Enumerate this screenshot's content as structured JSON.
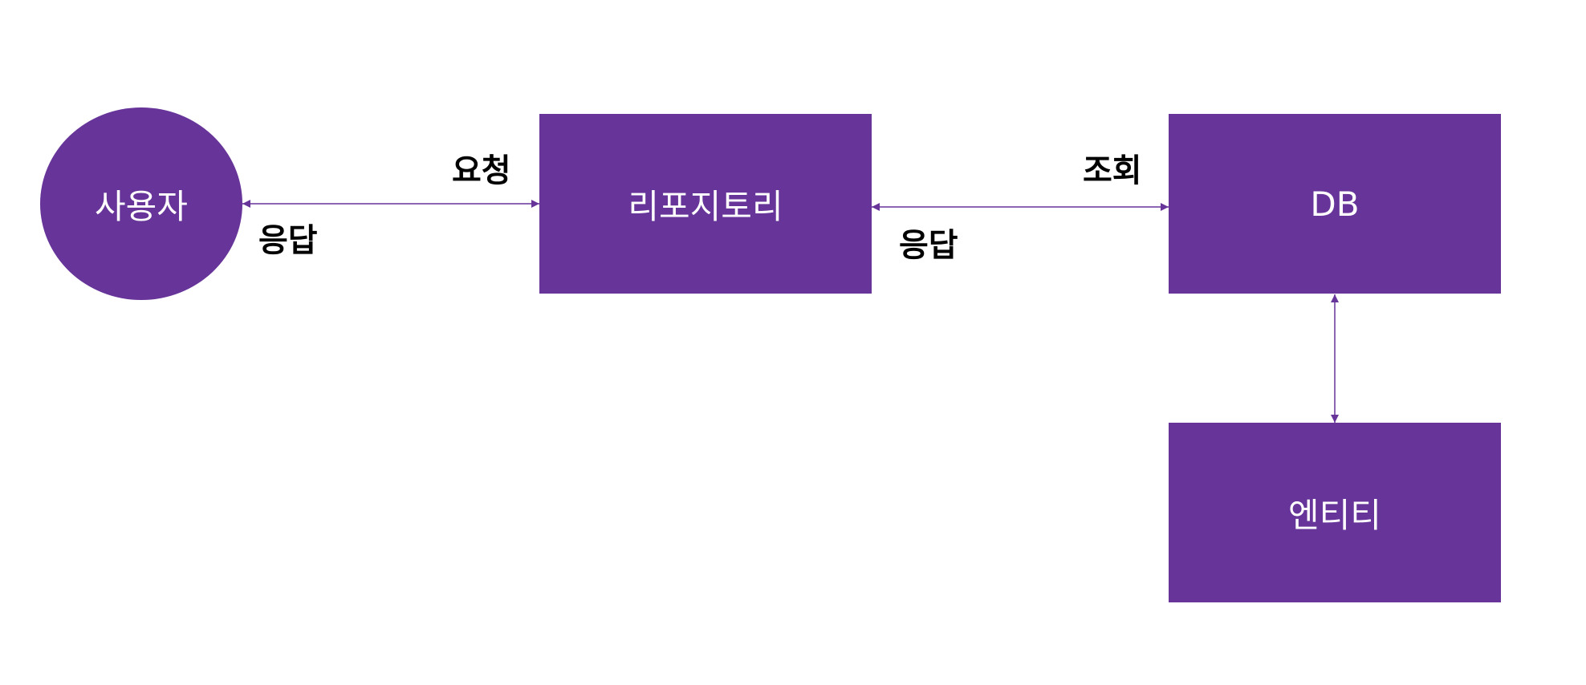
{
  "colors": {
    "node_fill": "#673499",
    "node_text": "#ffffff",
    "edge_stroke": "#673499",
    "label_text": "#000000",
    "background": "#ffffff"
  },
  "nodes": {
    "user": {
      "label": "사용자",
      "shape": "ellipse"
    },
    "repository": {
      "label": "리포지토리",
      "shape": "rectangle"
    },
    "db": {
      "label": "DB",
      "shape": "rectangle"
    },
    "entity": {
      "label": "엔티티",
      "shape": "rectangle"
    }
  },
  "edges": [
    {
      "from": "user",
      "to": "repository",
      "direction": "both",
      "labels": [
        "요청",
        "응답"
      ]
    },
    {
      "from": "repository",
      "to": "db",
      "direction": "both",
      "labels": [
        "조회",
        "응답"
      ]
    },
    {
      "from": "db",
      "to": "entity",
      "direction": "both",
      "labels": []
    }
  ]
}
